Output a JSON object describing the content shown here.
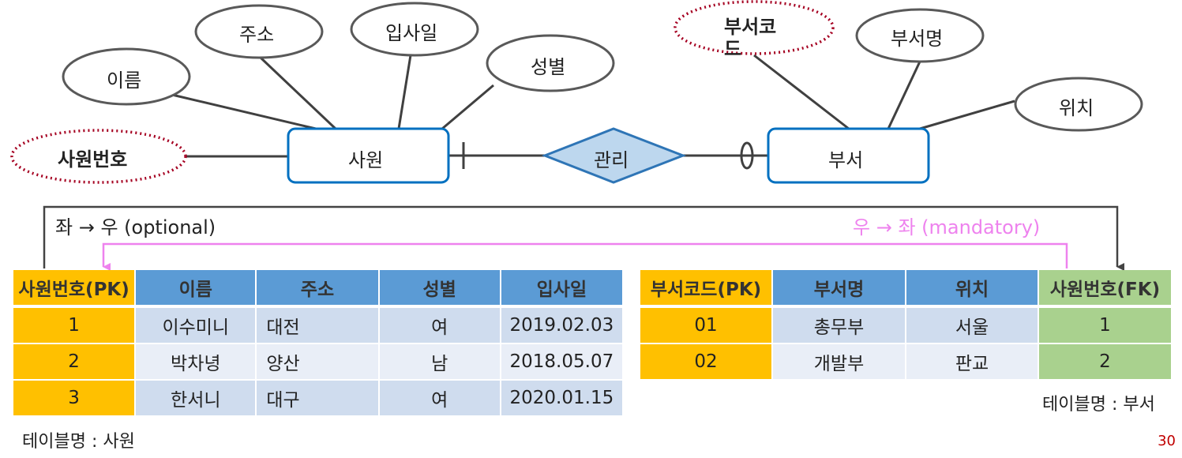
{
  "er": {
    "entities": {
      "employee": "사원",
      "department": "부서"
    },
    "relationship": "관리",
    "employee_attributes": {
      "pk": "사원번호",
      "name": "이름",
      "address": "주소",
      "hire_date": "입사일",
      "gender": "성별"
    },
    "department_attributes": {
      "pk": "부서코드",
      "name": "부서명",
      "location": "위치"
    }
  },
  "arrows": {
    "left_to_right": "좌 → 우 (optional)",
    "right_to_left": "우 → 좌 (mandatory)"
  },
  "employee_table": {
    "headers": [
      "사원번호(PK)",
      "이름",
      "주소",
      "성별",
      "입사일"
    ],
    "rows": [
      [
        "1",
        "이수미니",
        "대전",
        "여",
        "2019.02.03"
      ],
      [
        "2",
        "박차녕",
        "양산",
        "남",
        "2018.05.07"
      ],
      [
        "3",
        "한서니",
        "대구",
        "여",
        "2020.01.15"
      ]
    ],
    "caption": "테이블명 : 사원"
  },
  "department_table": {
    "headers": [
      "부서코드(PK)",
      "부서명",
      "위치",
      "사원번호(FK)"
    ],
    "rows": [
      [
        "01",
        "총무부",
        "서울",
        "1"
      ],
      [
        "02",
        "개발부",
        "판교",
        "2"
      ]
    ],
    "caption": "테이블명 : 부서"
  },
  "page_number": "30",
  "colors": {
    "pk": "#ffc000",
    "header": "#5b9bd5",
    "fk": "#a9d18e",
    "mandatory": "#ee82ee",
    "entity_border": "#0070c0"
  }
}
